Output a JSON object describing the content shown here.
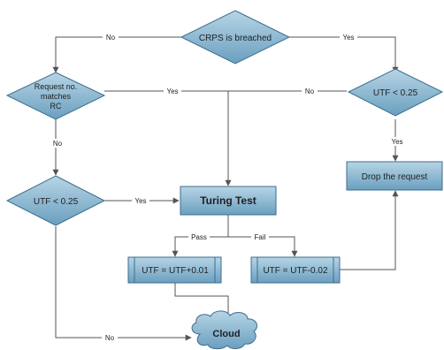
{
  "nodes": {
    "crps": {
      "label": "CRPS is breached"
    },
    "request_matches": {
      "line1": "Request no.",
      "line2": "matches",
      "line3": "RC"
    },
    "utf_right": {
      "label": "UTF < 0.25"
    },
    "drop_request": {
      "label": "Drop the request"
    },
    "utf_left": {
      "label": "UTF < 0.25"
    },
    "turing_test": {
      "label": "Turing Test"
    },
    "utf_plus": {
      "label": "UTF = UTF+0.01"
    },
    "utf_minus": {
      "label": "UTF = UTF-0.02"
    },
    "cloud": {
      "label": "Cloud"
    }
  },
  "edges": {
    "crps_no": "No",
    "crps_yes": "Yes",
    "req_yes": "Yes",
    "utf_right_no": "No",
    "req_no": "No",
    "utf_right_yes": "Yes",
    "utf_left_yes": "Yes",
    "pass": "Pass",
    "fail": "Fail",
    "utf_left_no": "No"
  },
  "colors": {
    "shape_fill": "#6fa3c2",
    "shape_fill_light": "#a9cce0",
    "stroke": "#3d6e8c",
    "line": "#555555"
  }
}
